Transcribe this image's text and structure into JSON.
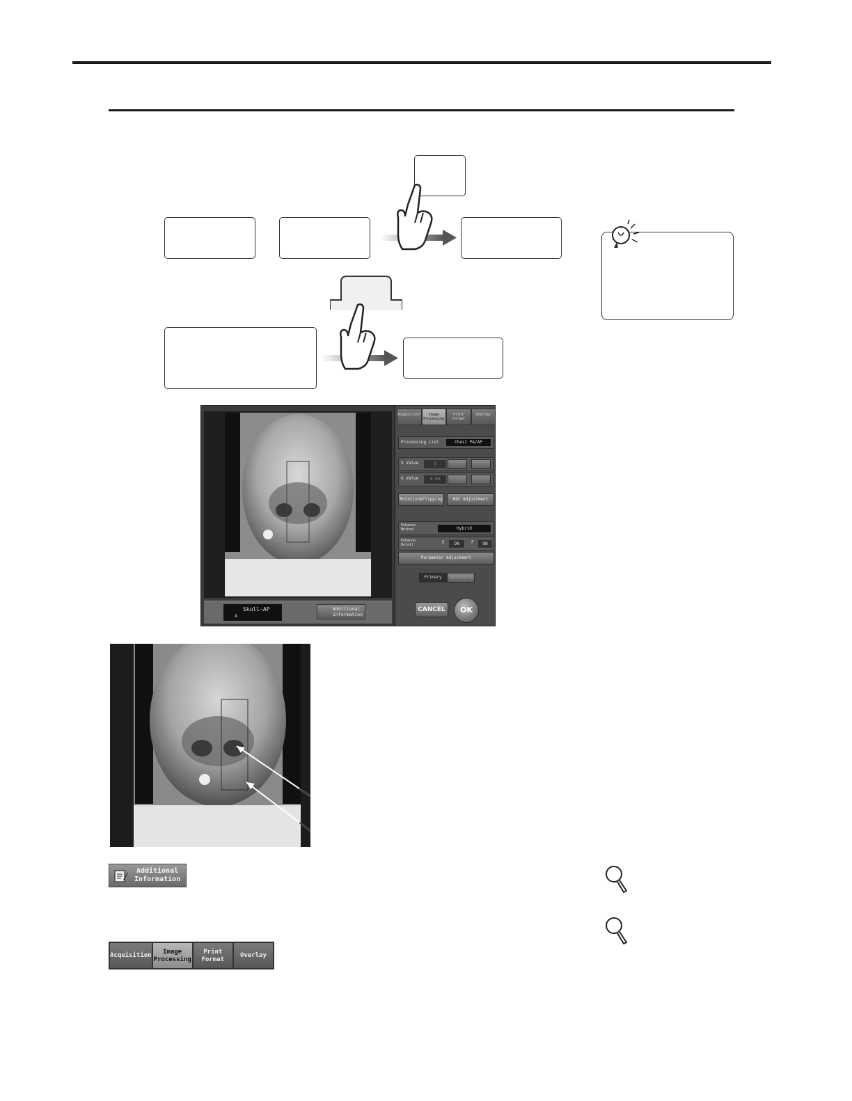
{
  "screen": {
    "tabs": [
      "Acquisition",
      "Image\nProcessing",
      "Print\nFormat",
      "Overlay"
    ],
    "processing_list_label": "Processing List",
    "processing_list_value": "Chest PA/AP",
    "s_value_label": "S Value",
    "s_value": "0",
    "g_value_label": "G Value",
    "g_value": "0.00",
    "rotation_flipping": "Rotation&Flipping",
    "roi_adjustment": "ROI Adjustment",
    "enhance_method_label": "Enhance\nMethod",
    "enhance_method_value": "Hybrid",
    "enhance_detail_label": "Enhance\nDetail",
    "enhance_e_label": "E",
    "enhance_e_value": "ON",
    "enhance_f_label": "F",
    "enhance_f_value": "ON",
    "parameter_adjustment": "Parameter Adjustment",
    "primary": "Primary",
    "secondary": "Secondary",
    "exam_name": "Skull-AP",
    "exam_sub": "A",
    "additional_information": "Additional\nInformation",
    "cancel": "CANCEL",
    "ok": "OK"
  },
  "additional_button": {
    "label": "Additional\nInformation"
  },
  "tabs_large": [
    "Acquisition",
    "Image\nProcessing",
    "Print\nFormat",
    "Overlay"
  ],
  "icons": [
    "hint-lightbulb-icon",
    "pointing-hand-icon",
    "magnifier-icon",
    "note-pad-icon"
  ]
}
